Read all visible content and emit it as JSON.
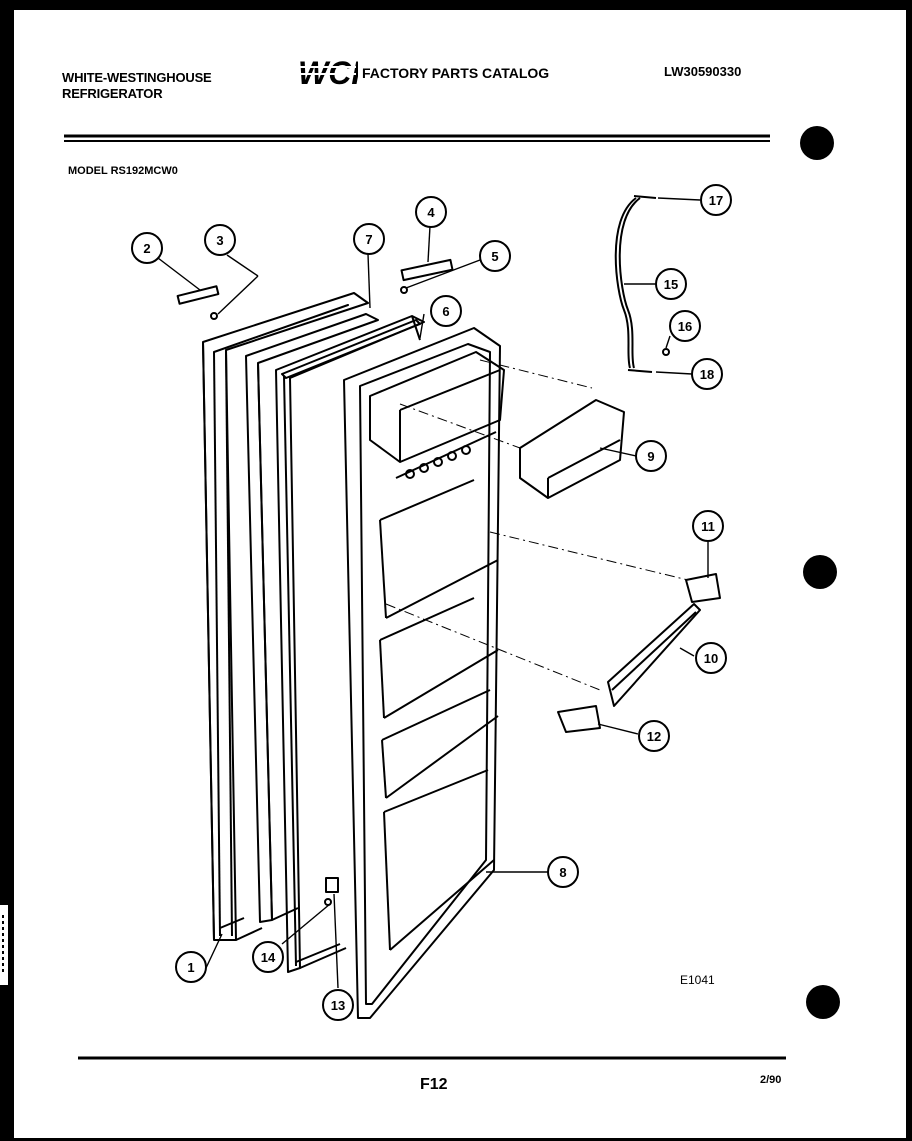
{
  "header": {
    "brand_line1": "WHITE-WESTINGHOUSE",
    "brand_line2": "REFRIGERATOR",
    "logo_text": "WCI",
    "catalog_title": "FACTORY PARTS CATALOG",
    "doc_number": "LW30590330",
    "model": "MODEL RS192MCW0"
  },
  "diagram": {
    "code": "E1041",
    "callouts": [
      "1",
      "2",
      "3",
      "4",
      "5",
      "6",
      "7",
      "8",
      "9",
      "10",
      "11",
      "12",
      "13",
      "14",
      "15",
      "16",
      "17",
      "18"
    ]
  },
  "footer": {
    "page": "F12",
    "date": "2/90"
  },
  "colors": {
    "ink": "#000000",
    "paper": "#ffffff"
  }
}
